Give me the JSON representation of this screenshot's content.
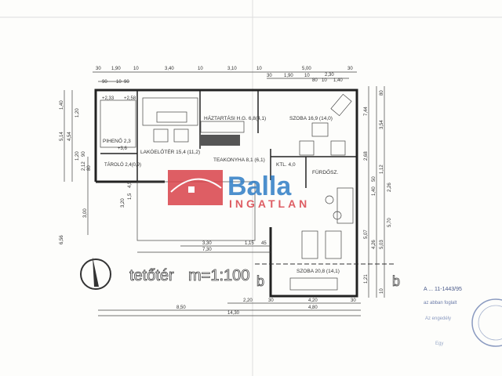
{
  "plan": {
    "title": "tetőtér",
    "scale": "m=1:100",
    "rooms": {
      "stair_top_left": "+2,33",
      "stair_top_right": "+2,58",
      "landing": "PIHENŐ 2,3",
      "landing_level": "+3,6",
      "storage": "TÁROLÓ 2,4(0,9)",
      "living": "LAKÓELŐTÉR 15,4 (11,2)",
      "household": "HÁZTARTÁSI H.G. 6,8(4,1)",
      "kitchenette": "TEAKONYHA 8,1 (6,1)",
      "room1": "SZOBA 16,9 (14,0)",
      "hall": "KTL. 4,0",
      "bathroom": "FÜRDŐSZ.",
      "room2": "SZOBA 20,8 (14,1)"
    },
    "dims_top": [
      "30",
      "1,90",
      "10",
      "3,40",
      "10",
      "3,10",
      "10",
      "5,00",
      "30"
    ],
    "dims_top2": [
      "90",
      "10",
      "90",
      "30",
      "1,90",
      "10",
      "2,30",
      "80",
      "10",
      "1,40"
    ],
    "dims_bottom": [
      "3,30",
      "1,15",
      "45",
      "7,30",
      "2,20",
      "30",
      "4,20",
      "30",
      "4,80",
      "8,50",
      "14,30"
    ],
    "dims_left": [
      "1,40",
      "5,14",
      "4,54",
      "1,20",
      "90",
      "1,20",
      "2,12",
      "80",
      "6,56",
      "3,00",
      "3,20",
      "1,5",
      "4,5"
    ],
    "dims_right": [
      "80",
      "7,44",
      "3,54",
      "2,68",
      "1,12",
      "50",
      "1,40",
      "2,26",
      "5,07",
      "4,26",
      "5,03",
      "5,70",
      "1,21",
      "10"
    ],
    "scale_ratio": "1:100"
  },
  "watermark": {
    "brand": "Balla",
    "sub": "INGATLAN"
  },
  "stamp": {
    "ref": "A ... 11-1443/95",
    "line1": "az abban foglalt",
    "line2": "Az engedély",
    "line3": "Egy"
  }
}
